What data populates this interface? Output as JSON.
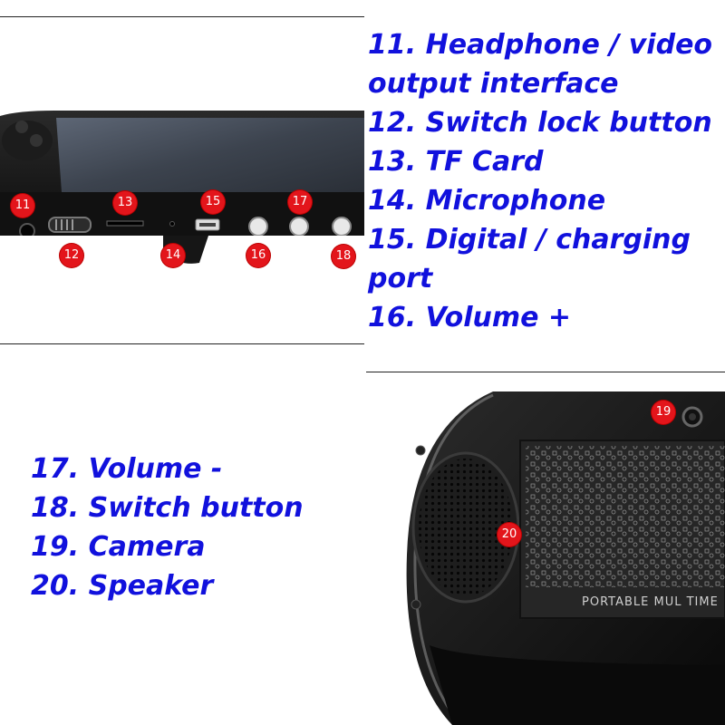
{
  "top_list": [
    "11. Headphone  / video",
    "output interface",
    "12. Switch lock button",
    "13. TF Card",
    "14. Microphone",
    "15. Digital / charging",
    "port",
    "16. Volume +"
  ],
  "bottom_list": [
    "17. Volume -",
    "18. Switch button",
    "19. Camera",
    "20. Speaker"
  ],
  "side_badges": [
    "11",
    "12",
    "13",
    "14",
    "15",
    "16",
    "17",
    "18"
  ],
  "back_badges": [
    "19",
    "20"
  ],
  "back_label": "PORTABLE MUL TIME",
  "colors": {
    "text": "#1111dd",
    "badge": "#e3151b",
    "device": "#1a1a1a"
  }
}
